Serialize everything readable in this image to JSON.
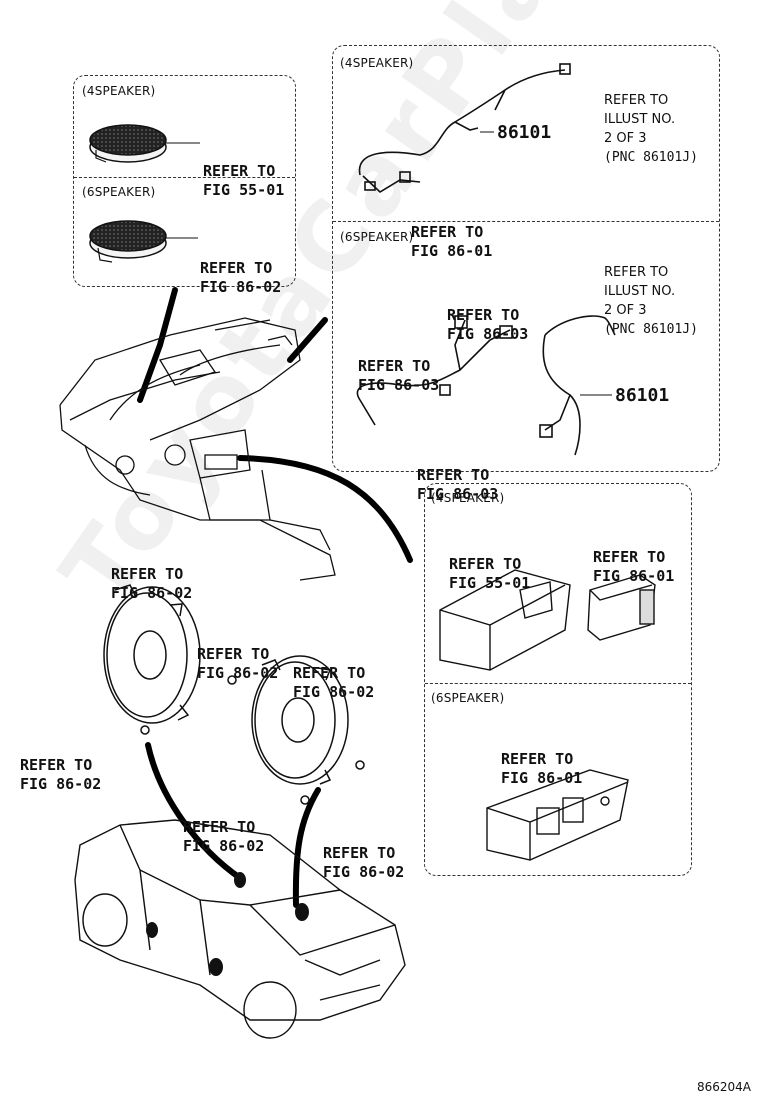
{
  "watermark": "ToyotaCarPlanet.ru",
  "illustration_id": "866204A",
  "sections": {
    "tweeter_4": "(4SPEAKER)",
    "tweeter_6": "(6SPEAKER)",
    "harness_4": "(4SPEAKER)",
    "harness_6": "(6SPEAKER)",
    "switch_4": "(4SPEAKER)",
    "switch_6": "(6SPEAKER)"
  },
  "refer_label": "REFER TO",
  "refs": {
    "tweeter_4": "FIG 55-01",
    "tweeter_6": "FIG 86-02",
    "harness_4_a": "FIG 86-01",
    "harness_6_a": "FIG 86-03",
    "harness_6_b": "FIG 86-03",
    "harness_6_c": "FIG 86-03",
    "switch_4_a": "FIG 55-01",
    "switch_4_b": "FIG 86-01",
    "switch_6": "FIG 86-01",
    "speaker_1": "FIG 86-02",
    "speaker_2": "FIG 86-02",
    "speaker_3": "FIG 86-02",
    "speaker_4": "FIG 86-02",
    "speaker_5": "FIG 86-02",
    "speaker_6": "FIG 86-02"
  },
  "illust_notes": {
    "line1": "REFER TO",
    "line2": "ILLUST NO.",
    "line3": "2 OF 3",
    "line4": "(PNC 86101J)"
  },
  "part_numbers": {
    "harness_4": "86101",
    "harness_6": "86101"
  }
}
